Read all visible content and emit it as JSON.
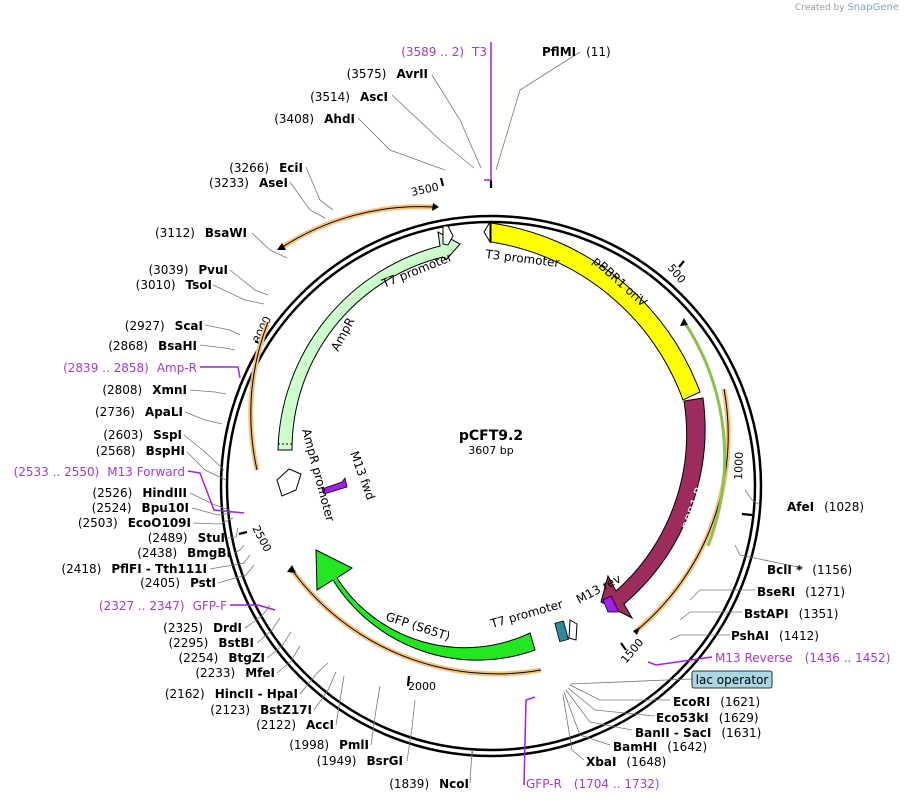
{
  "credit": {
    "prefix": "Created by",
    "brand": "SnapGene"
  },
  "plasmid": {
    "name": "pCFT9.2",
    "length_label": "3607 bp"
  },
  "ticks": [
    "500",
    "1000",
    "1500",
    "2000",
    "2500",
    "3000",
    "3500"
  ],
  "features": [
    {
      "id": "pbbr1-oriv",
      "label": "pBBR1 oriV",
      "color": "#ffff00"
    },
    {
      "id": "pbbr1-rep",
      "label": "pBBR1 Rep",
      "color": "#9e2b5e"
    },
    {
      "id": "gfp",
      "label": "GFP (S65T)",
      "color": "#22e822"
    },
    {
      "id": "ampr",
      "label": "AmpR",
      "color": "#ccffcc"
    },
    {
      "id": "ampr-promoter",
      "label": "AmpR promoter",
      "color": "#ffffff"
    },
    {
      "id": "t7-promoter-top",
      "label": "T7 promoter",
      "color": "#ffffff"
    },
    {
      "id": "t3-promoter",
      "label": "T3 promoter",
      "color": "#ffffff"
    },
    {
      "id": "t7-promoter-bottom",
      "label": "T7 promoter",
      "color": "#ffffff"
    },
    {
      "id": "m13-fwd",
      "label": "M13 fwd",
      "color": "#a020f0"
    },
    {
      "id": "m13-rev",
      "label": "M13 rev",
      "color": "#a020f0"
    }
  ],
  "lac_operator": "lac operator",
  "sites": {
    "right": [
      {
        "name": "PflMI",
        "pos": "(11)"
      },
      {
        "name": "AfeI",
        "pos": "(1028)"
      },
      {
        "name": "BclI *",
        "pos": "(1156)"
      },
      {
        "name": "BseRI",
        "pos": "(1271)"
      },
      {
        "name": "BstAPI",
        "pos": "(1351)"
      },
      {
        "name": "PshAI",
        "pos": "(1412)"
      },
      {
        "name": "EcoRI",
        "pos": "(1621)"
      },
      {
        "name": "Eco53kI",
        "pos": "(1629)"
      },
      {
        "name": "BanII  -  SacI",
        "pos": "(1631)"
      },
      {
        "name": "BamHI",
        "pos": "(1642)"
      },
      {
        "name": "XbaI",
        "pos": "(1648)"
      }
    ],
    "left": [
      {
        "pos": "(3575)",
        "name": "AvrII"
      },
      {
        "pos": "(3514)",
        "name": "AscI"
      },
      {
        "pos": "(3408)",
        "name": "AhdI"
      },
      {
        "pos": "(3266)",
        "name": "EciI"
      },
      {
        "pos": "(3233)",
        "name": "AseI"
      },
      {
        "pos": "(3112)",
        "name": "BsaWI"
      },
      {
        "pos": "(3039)",
        "name": "PvuI"
      },
      {
        "pos": "(3010)",
        "name": "TsoI"
      },
      {
        "pos": "(2927)",
        "name": "ScaI"
      },
      {
        "pos": "(2868)",
        "name": "BsaHI"
      },
      {
        "pos": "(2808)",
        "name": "XmnI"
      },
      {
        "pos": "(2736)",
        "name": "ApaLI"
      },
      {
        "pos": "(2603)",
        "name": "SspI"
      },
      {
        "pos": "(2568)",
        "name": "BspHI"
      },
      {
        "pos": "(2526)",
        "name": "HindIII"
      },
      {
        "pos": "(2524)",
        "name": "Bpu10I"
      },
      {
        "pos": "(2503)",
        "name": "EcoO109I"
      },
      {
        "pos": "(2489)",
        "name": "StuI"
      },
      {
        "pos": "(2438)",
        "name": "BmgBI"
      },
      {
        "pos": "(2418)",
        "name": "PflFI  -  Tth111I"
      },
      {
        "pos": "(2405)",
        "name": "PstI"
      },
      {
        "pos": "(2325)",
        "name": "DrdI"
      },
      {
        "pos": "(2295)",
        "name": "BstBI"
      },
      {
        "pos": "(2254)",
        "name": "BtgZI"
      },
      {
        "pos": "(2233)",
        "name": "MfeI"
      },
      {
        "pos": "(2162)",
        "name": "HincII  -  HpaI"
      },
      {
        "pos": "(2123)",
        "name": "BstZ17I"
      },
      {
        "pos": "(2122)",
        "name": "AccI"
      },
      {
        "pos": "(1998)",
        "name": "PmlI"
      },
      {
        "pos": "(1949)",
        "name": "BsrGI"
      },
      {
        "pos": "(1839)",
        "name": "NcoI"
      }
    ]
  },
  "primers": {
    "t3": {
      "range": "(3589 .. 2)",
      "name": "T3"
    },
    "amp_r": {
      "range": "(2839 .. 2858)",
      "name": "Amp-R"
    },
    "m13_forward": {
      "range": "(2533 .. 2550)",
      "name": "M13 Forward"
    },
    "gfp_f": {
      "range": "(2327 .. 2347)",
      "name": "GFP-F"
    },
    "m13_reverse": {
      "name": "M13 Reverse",
      "range": "(1436 .. 1452)"
    },
    "gfp_r": {
      "name": "GFP-R",
      "range": "(1704 .. 1732)"
    }
  }
}
